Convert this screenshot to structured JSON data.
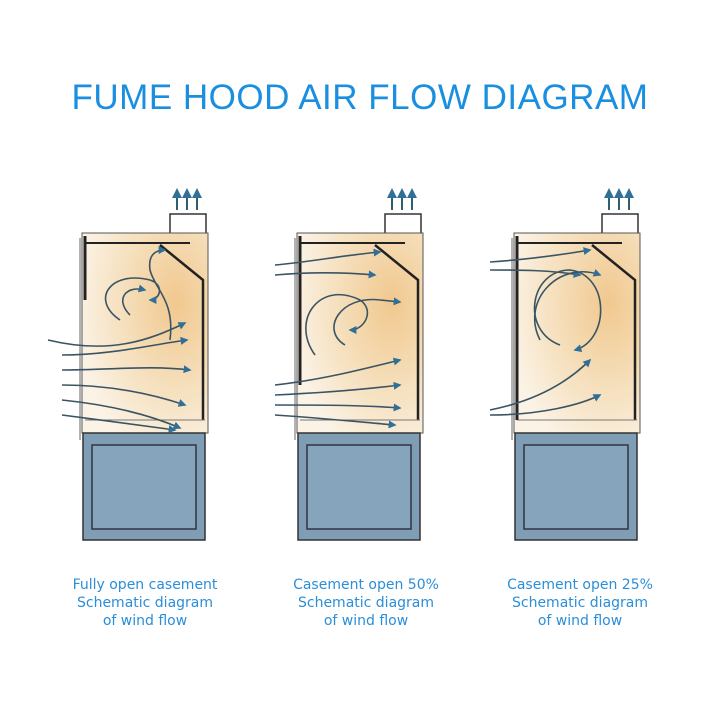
{
  "title": "FUME HOOD AIR FLOW DIAGRAM",
  "hoods": [
    {
      "caption": [
        "Fully open casement",
        "Schematic diagram",
        "of wind flow"
      ]
    },
    {
      "caption": [
        "Casement open 50%",
        "Schematic diagram",
        "of wind flow"
      ]
    },
    {
      "caption": [
        "Casement open 25%",
        "Schematic diagram",
        "of wind flow"
      ]
    }
  ],
  "colors": {
    "title": "#1a8fe0",
    "arrow": "#3a5a6a",
    "base": "#7f9db4",
    "chamber": "#f3d6a8"
  }
}
